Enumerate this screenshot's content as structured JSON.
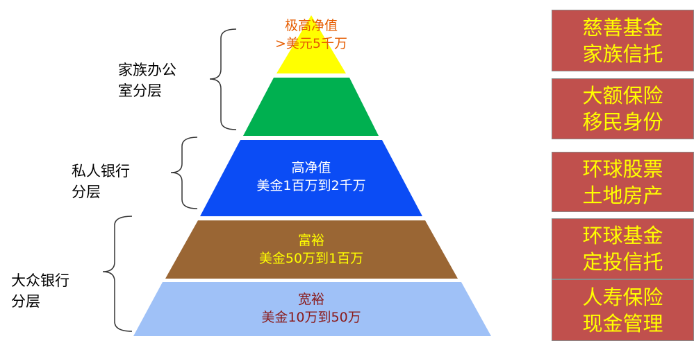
{
  "pyramid": {
    "tiers": [
      {
        "title": "极高净值",
        "subtitle": ">美元5千万",
        "color": "#ffff00",
        "text_color": "#e65c00"
      },
      {
        "title": "",
        "subtitle": "",
        "color": "#00b050",
        "text_color": "#ffffff"
      },
      {
        "title": "高净值",
        "subtitle": "美金1百万到2千万",
        "color": "#0b4cf5",
        "text_color": "#ffffff"
      },
      {
        "title": "富裕",
        "subtitle": "美金50万到1百万",
        "color": "#9a6634",
        "text_color": "#ffff00"
      },
      {
        "title": "宽裕",
        "subtitle": "美金10万到50万",
        "color": "#9fc1f7",
        "text_color": "#8a1a1a"
      }
    ]
  },
  "groups": [
    {
      "line1": "家族办公",
      "line2": "室分层"
    },
    {
      "line1": "私人银行",
      "line2": "分层"
    },
    {
      "line1": "大众银行",
      "line2": "分层"
    }
  ],
  "side_boxes": {
    "fill": "#c0504d",
    "text_color": "#ffff00",
    "items": [
      {
        "line1": "慈善基金",
        "line2": "家族信托"
      },
      {
        "line1": "大额保险",
        "line2": "移民身份"
      },
      {
        "line1": "环球股票",
        "line2": "土地房产"
      },
      {
        "line1": "环球基金",
        "line2": "定投信托"
      },
      {
        "line1": "人寿保险",
        "line2": "现金管理"
      }
    ]
  }
}
